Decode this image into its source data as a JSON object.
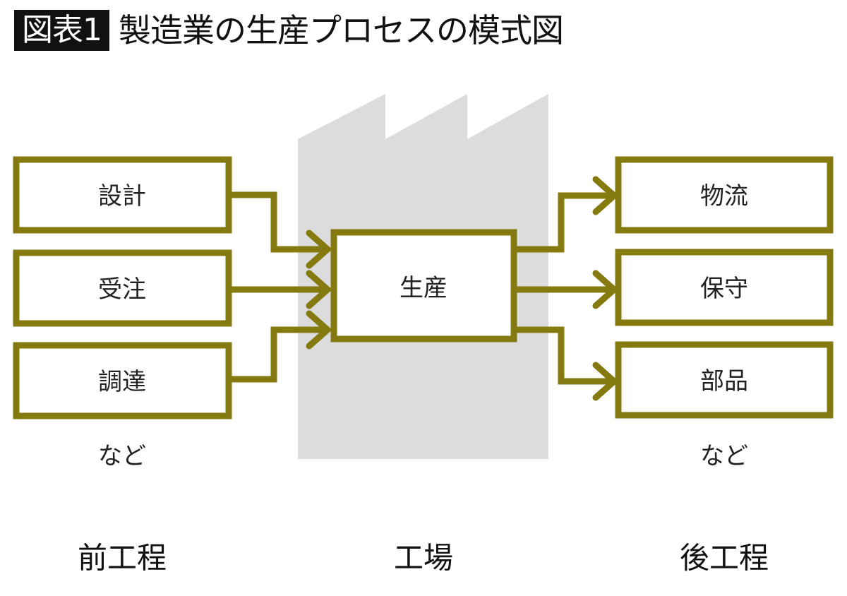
{
  "header": {
    "badge": "図表1",
    "title": "製造業の生産プロセスの模式図"
  },
  "colors": {
    "accent": "#857A0F",
    "factory": "#DCDCDC",
    "badge_bg": "#111111",
    "text": "#222222"
  },
  "diagram": {
    "upstream": {
      "items": [
        {
          "label": "設計"
        },
        {
          "label": "受注"
        },
        {
          "label": "調達"
        }
      ],
      "note": "など",
      "section_label": "前工程"
    },
    "factory": {
      "process": {
        "label": "生産"
      },
      "section_label": "工場"
    },
    "downstream": {
      "items": [
        {
          "label": "物流"
        },
        {
          "label": "保守"
        },
        {
          "label": "部品"
        }
      ],
      "note": "など",
      "section_label": "後工程"
    },
    "flows": [
      {
        "from": "設計",
        "to": "生産"
      },
      {
        "from": "受注",
        "to": "生産"
      },
      {
        "from": "調達",
        "to": "生産"
      },
      {
        "from": "生産",
        "to": "物流"
      },
      {
        "from": "生産",
        "to": "保守"
      },
      {
        "from": "生産",
        "to": "部品"
      }
    ]
  }
}
